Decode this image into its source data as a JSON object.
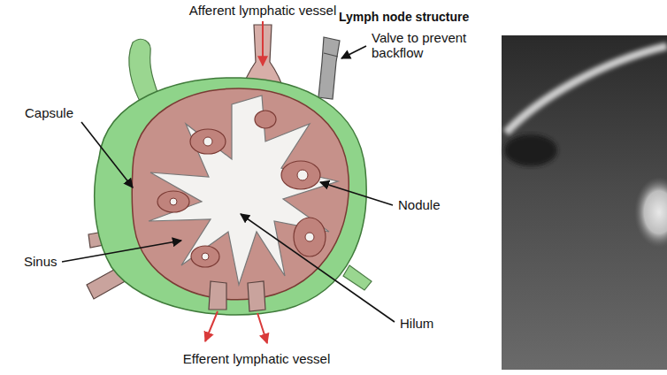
{
  "diagram": {
    "title": "Lymph node structure",
    "labels": [
      "Afferent lymphatic vessel",
      "Valve to prevent backflow",
      "Capsule",
      "Nodule",
      "Sinus",
      "Hilum",
      "Efferent lymphatic vessel"
    ]
  }
}
